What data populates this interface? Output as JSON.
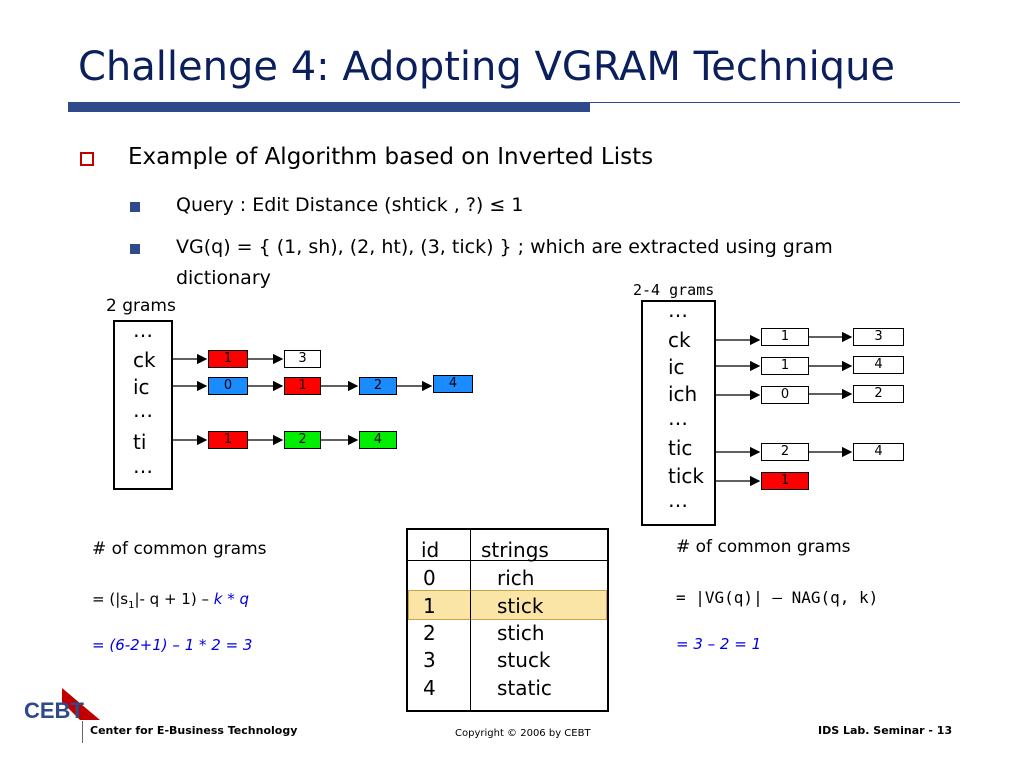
{
  "title": "Challenge 4: Adopting VGRAM Technique",
  "bullet1": "Example of Algorithm based on Inverted Lists",
  "query": "Query : Edit Distance (shtick , ?) ≤ 1",
  "vg_line1": "VG(q) = { (1, sh), (2, ht), (3, tick) } ; which are extracted using gram",
  "vg_line2": "dictionary",
  "left_panel": {
    "label": "2 grams",
    "ellipsis": "…",
    "grams": {
      "ck": "ck",
      "ic": "ic",
      "ti": "ti"
    },
    "lists": {
      "ck": [
        "1",
        "3"
      ],
      "ic": [
        "0",
        "1",
        "2",
        "4"
      ],
      "ti": [
        "1",
        "2",
        "4"
      ]
    }
  },
  "right_panel": {
    "label": "2-4 grams",
    "ellipsis": "…",
    "grams": {
      "ck": "ck",
      "ic": "ic",
      "ich": "ich",
      "tic": "tic",
      "tick": "tick"
    },
    "lists": {
      "ck": [
        "1",
        "3"
      ],
      "ic": [
        "1",
        "4"
      ],
      "ich": [
        "0",
        "2"
      ],
      "tic": [
        "2",
        "4"
      ],
      "tick": [
        "1"
      ]
    }
  },
  "left_formula": {
    "heading": "# of common grams",
    "eq_prefix": "= (|s",
    "eq_sub": "1",
    "eq_mid": "|- q + 1) – ",
    "eq_italic": "k * q",
    "result": "= (6-2+1) – 1 * 2 = 3"
  },
  "table": {
    "headers": [
      "id",
      "strings"
    ],
    "rows": [
      {
        "id": "0",
        "s": "rich"
      },
      {
        "id": "1",
        "s": "stick"
      },
      {
        "id": "2",
        "s": "stich"
      },
      {
        "id": "3",
        "s": "stuck"
      },
      {
        "id": "4",
        "s": "static"
      }
    ]
  },
  "right_formula": {
    "heading": "# of common grams",
    "eq": "= |VG(q)| – NAG(q, k)",
    "result": "=  3 – 2 = 1"
  },
  "footer": {
    "logo": "CEBT",
    "center_name": "Center for E-Business Technology",
    "copyright": "Copyright © 2006 by CEBT",
    "page": "IDS Lab. Seminar - 13"
  },
  "colors": {
    "title": "#0a1f5c",
    "rule": "#2e4a8a",
    "red": "#ff0000",
    "blue": "#1a8cff",
    "green": "#00ee00",
    "highlight": "#fbe5a6"
  }
}
